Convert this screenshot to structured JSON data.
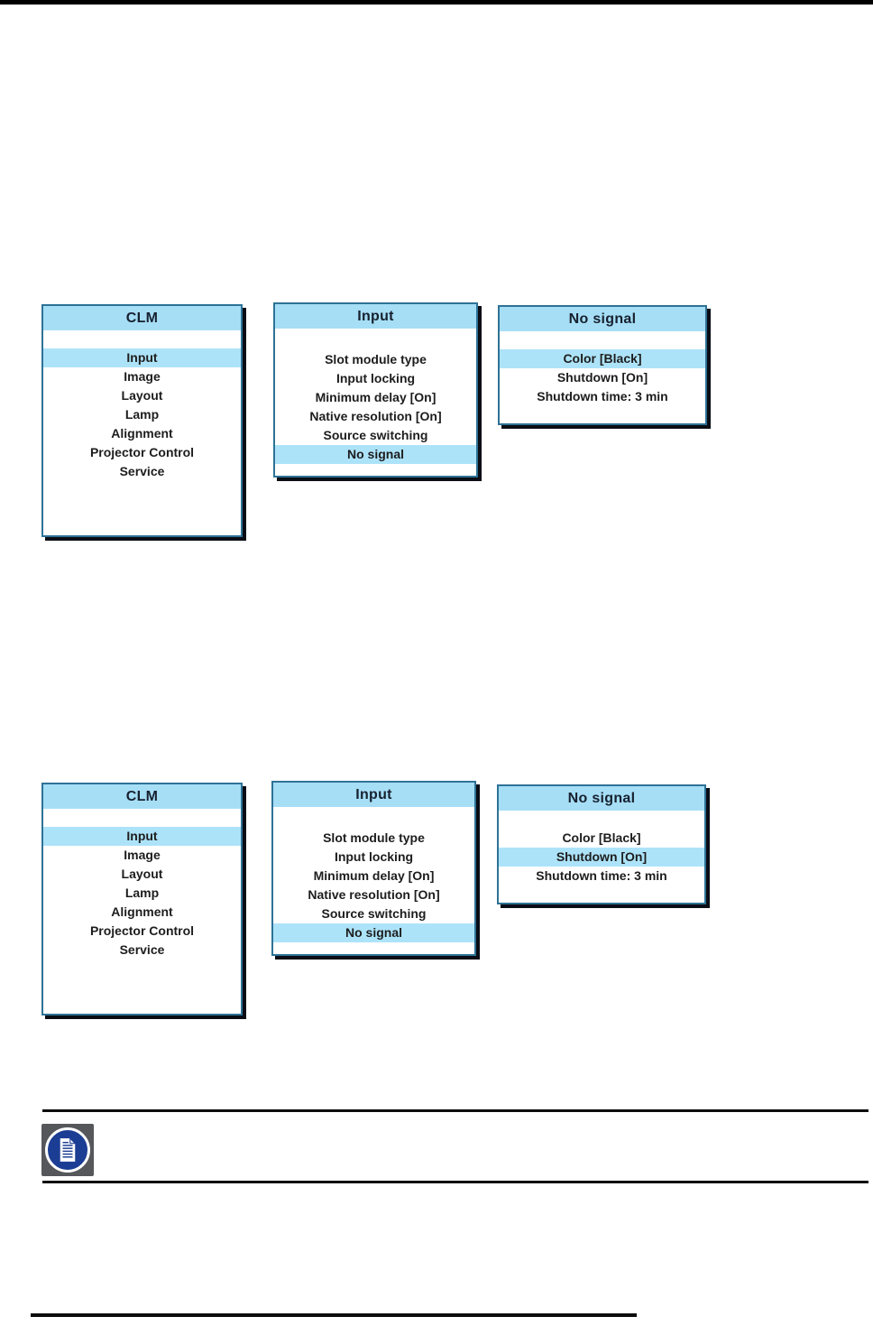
{
  "page": {
    "kind": "manual-page-with-osd-menu-screenshots",
    "background": "#ffffff"
  },
  "colors": {
    "menu_title_bg": "#a6def6",
    "menu_highlight_bg": "#ade3f9",
    "menu_border": "#2e7296",
    "menu_shadow": "#0a0d15",
    "menu_text": "#1d1d1d",
    "menu_title_text": "#17212f",
    "note_icon_square": "#56575b",
    "note_icon_circle": "#1c3d94",
    "rule": "#0d0d0d"
  },
  "screens": [
    {
      "name": "menu-path-row-1",
      "boxes": [
        {
          "title": "CLM",
          "items": [
            "Input",
            "Image",
            "Layout",
            "Lamp",
            "Alignment",
            "Projector Control",
            "Service"
          ],
          "highlight_index": 0
        },
        {
          "title": "Input",
          "items": [
            "Slot module type",
            "Input locking",
            "Minimum delay [On]",
            "Native resolution [On]",
            "Source switching",
            "No signal"
          ],
          "highlight_index": 5
        },
        {
          "title": "No signal",
          "items": [
            "Color [Black]",
            "Shutdown [On]",
            "Shutdown time: 3 min"
          ],
          "highlight_index": 0
        }
      ]
    },
    {
      "name": "menu-path-row-2",
      "boxes": [
        {
          "title": "CLM",
          "items": [
            "Input",
            "Image",
            "Layout",
            "Lamp",
            "Alignment",
            "Projector Control",
            "Service"
          ],
          "highlight_index": 0
        },
        {
          "title": "Input",
          "items": [
            "Slot module type",
            "Input locking",
            "Minimum delay [On]",
            "Native resolution [On]",
            "Source switching",
            "No signal"
          ],
          "highlight_index": 5
        },
        {
          "title": "No signal",
          "items": [
            "Color [Black]",
            "Shutdown [On]",
            "Shutdown time: 3 min"
          ],
          "highlight_index": 1
        }
      ]
    }
  ],
  "note": {
    "icon": "note-document-icon",
    "text": ""
  }
}
